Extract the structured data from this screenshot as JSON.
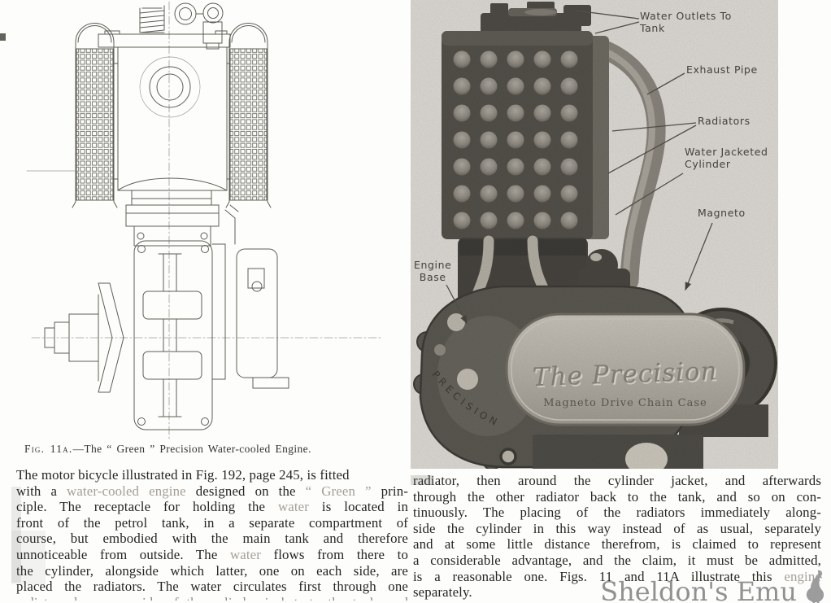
{
  "caption": {
    "fig": "Fig. 11a.",
    "rest": "—The “ Green ” Precision Water-cooled Engine."
  },
  "left_column": {
    "lines": [
      {
        "segments": [
          {
            "t": "The motor bicycle illustrated in Fig. 192, page 245, is fitted"
          }
        ]
      },
      {
        "segments": [
          {
            "t": "with a "
          },
          {
            "t": "water-cooled engine",
            "light": true
          },
          {
            "t": " designed on the "
          },
          {
            "t": "“ Green ”",
            "light": true
          },
          {
            "t": " prin-"
          }
        ]
      },
      {
        "segments": [
          {
            "t": "ciple.  The receptacle for holding the "
          },
          {
            "t": "water",
            "light": true
          },
          {
            "t": " is located in"
          }
        ]
      },
      {
        "segments": [
          {
            "t": "front of the petrol tank, in a separate compartment of"
          }
        ]
      },
      {
        "segments": [
          {
            "t": "course, but embodied with the main tank and therefore"
          }
        ]
      },
      {
        "segments": [
          {
            "t": "unnoticeable from outside.  The "
          },
          {
            "t": "water",
            "light": true
          },
          {
            "t": " flows from there to"
          }
        ]
      },
      {
        "segments": [
          {
            "t": "the cylinder, alongside which latter, one on each side, are"
          }
        ]
      },
      {
        "segments": [
          {
            "t": "placed the radiators.  The water circulates first through one"
          }
        ]
      },
      {
        "segments": [
          {
            "t": "radiator, down one side of the cylinder jacket, to the tank, and"
          }
        ],
        "partial": true
      }
    ]
  },
  "right_column": {
    "lines": [
      {
        "segments": [
          {
            "t": "radiator, then around the cylinder jacket, and afterwards"
          }
        ]
      },
      {
        "segments": [
          {
            "t": "through the other radiator back to the tank, and so on con-"
          }
        ]
      },
      {
        "segments": [
          {
            "t": "tinuously.  The placing of the radiators immediately along-"
          }
        ]
      },
      {
        "segments": [
          {
            "t": "side the cylinder in this way instead of as usual, separately"
          }
        ]
      },
      {
        "segments": [
          {
            "t": "and at some little distance therefrom, is claimed to represent"
          }
        ]
      },
      {
        "segments": [
          {
            "t": "a considerable advantage, and the claim, it must be admitted,"
          }
        ]
      },
      {
        "segments": [
          {
            "t": "is a reasonable one.  Figs. 11 and 11A illustrate this "
          },
          {
            "t": "engine",
            "light": true
          }
        ]
      },
      {
        "segments": [
          {
            "t": "separately."
          }
        ],
        "last": true
      }
    ]
  },
  "photo": {
    "labels": {
      "water_outlets": [
        "Water Outlets To",
        "Tank"
      ],
      "exhaust_pipe": [
        "Exhaust Pipe"
      ],
      "radiators": [
        "Radiators"
      ],
      "water_jacketed": [
        "Water Jacketed",
        "Cylinder"
      ],
      "magneto": [
        "Magneto"
      ],
      "engine_base": [
        "Engine",
        "Base"
      ]
    },
    "plate_name": "The Precision",
    "plate_sub": "Magneto Drive Chain Case",
    "case_embossed": "PRECISION"
  },
  "watermark": {
    "text": "Sheldon's Emu"
  },
  "colors": {
    "photo_paper": "#d9d6d1",
    "ink": "#262521",
    "light_ink": "#a59f96",
    "annotation_ink": "#44413a",
    "watermark_gray": "#919191"
  }
}
